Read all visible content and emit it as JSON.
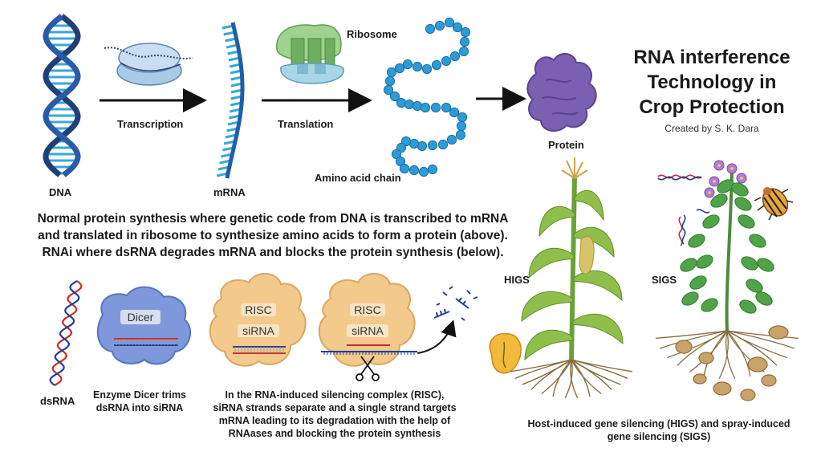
{
  "top_row": {
    "dna_label": "DNA",
    "transcription_label": "Transcription",
    "mrna_label": "mRNA",
    "translation_label": "Translation",
    "ribosome_label": "Ribosome",
    "amino_acid_label": "Amino acid chain",
    "protein_label": "Protein"
  },
  "title": {
    "line1": "RNA interference",
    "line2": "Technology in",
    "line3": "Crop Protection",
    "credit": "Created by S. K. Dara"
  },
  "description": {
    "line1": "Normal protein synthesis where genetic code from DNA is transcribed to mRNA",
    "line2": "and translated in ribosome to synthesize amino acids to form a protein (above).",
    "line3": "RNAi where dsRNA degrades mRNA and blocks the protein synthesis (below)."
  },
  "bottom_row": {
    "dsrna_label": "dsRNA",
    "dicer_badge": "Dicer",
    "dicer_caption_1": "Enzyme Dicer trims",
    "dicer_caption_2": "dsRNA into siRNA",
    "risc_badge_1": "RISC",
    "sirna_badge_1": "siRNA",
    "risc_badge_2": "RISC",
    "sirna_badge_2": "siRNA",
    "risc_caption_1": "In the RNA-induced silencing complex (RISC),",
    "risc_caption_2": "siRNA strands separate and a single strand targets",
    "risc_caption_3": "mRNA leading to its degradation with the help of",
    "risc_caption_4": "RNAases and blocking the protein synthesis"
  },
  "plants": {
    "higs_label": "HIGS",
    "sigs_label": "SIGS",
    "caption_1": "Host-induced gene silencing (HIGS) and spray-induced",
    "caption_2": "gene silencing (SIGS)"
  },
  "colors": {
    "dna_dark": "#1f3f7a",
    "dna_light": "#3aa6d8",
    "bead": "#2f9bd6",
    "protein": "#7b5fb0",
    "risc": "#f3c98c",
    "dicer": "#7f98dc",
    "dsrna_red": "#cc2b2b",
    "dsrna_blue": "#1f3f9a"
  }
}
